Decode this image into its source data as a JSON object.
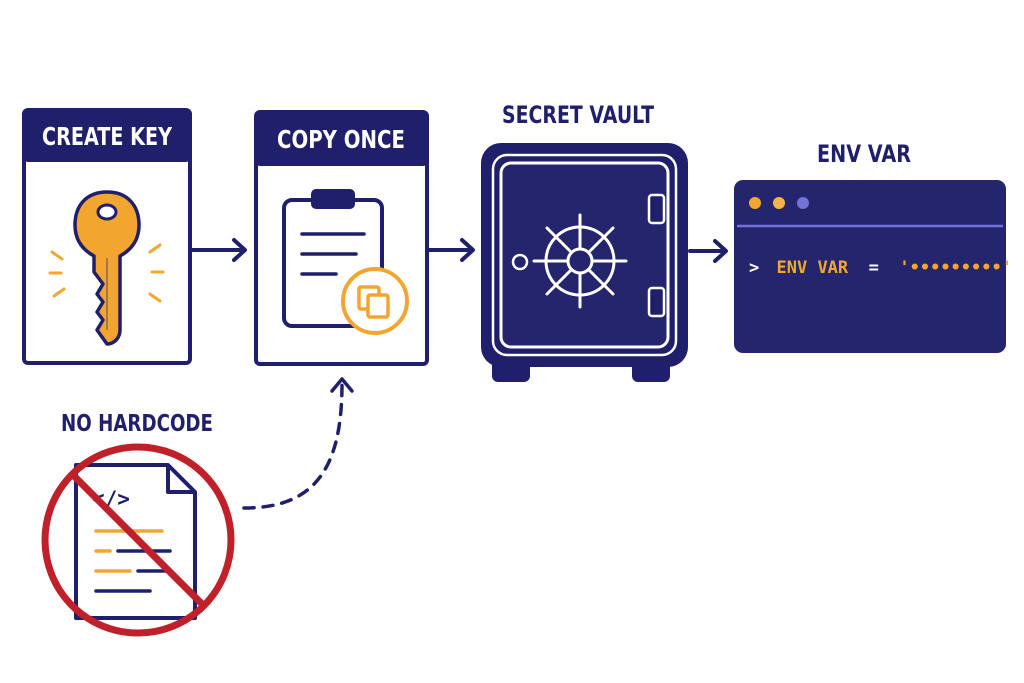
{
  "steps": {
    "create_key": {
      "title": "CREATE KEY"
    },
    "copy_once": {
      "title": "COPY ONCE"
    },
    "secret_vault": {
      "title": "SECRET VAULT"
    },
    "env_var": {
      "title": "ENV VAR",
      "prompt": ">",
      "code_var": "ENV VAR",
      "code_eq": " = ",
      "code_value": "'•••••••••'"
    },
    "no_hardcode": {
      "title": "NO HARDCODE"
    }
  },
  "icons": {
    "key": "key-icon",
    "clipboard": "clipboard-icon",
    "copy_badge": "copy-icon",
    "safe": "safe-icon",
    "terminal": "terminal-window",
    "code_file": "code-file-icon",
    "prohibited": "prohibited-icon"
  },
  "colors": {
    "navy": "#1f1f6b",
    "terminal_bg": "#25256e",
    "accent_orange": "#f2a630",
    "dot_light_orange": "#f7b24a",
    "accent_purple": "#7272d8",
    "prohibited_red": "#c0202a",
    "white": "#ffffff"
  }
}
